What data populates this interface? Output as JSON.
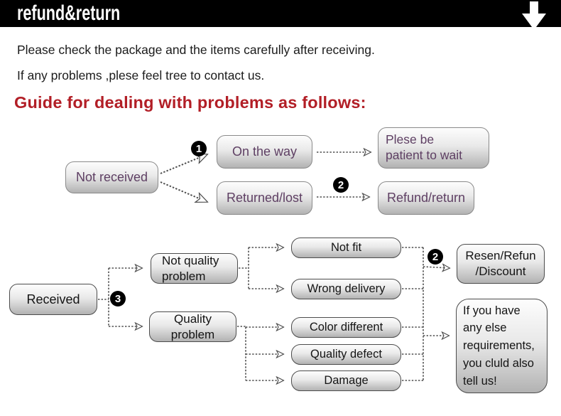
{
  "banner": {
    "title": "refund&return",
    "bg_color": "#000000",
    "arrow_icon": "down-arrow",
    "arrow_color": "#ffffff"
  },
  "intro": {
    "line1": "Please check the package and the items carefully after receiving.",
    "line2": "If any problems ,plese feel tree to contact us."
  },
  "heading": {
    "text": "Guide for dealing with problems as follows:",
    "color": "#b21e26"
  },
  "flow1": {
    "text_color": "#5e3f63",
    "nodes": {
      "not_received": "Not received",
      "on_the_way": "On the way",
      "patient": "Plese be\npatient to wait",
      "returned_lost": "Returned/lost",
      "refund_return": "Refund/return"
    },
    "badges": {
      "step1": "1",
      "step2": "2"
    }
  },
  "flow2": {
    "text_color": "#141414",
    "nodes": {
      "received": "Received",
      "not_quality_problem": "Not quality\nproblem",
      "quality_problem": "Quality\nproblem",
      "not_fit": "Not fit",
      "wrong_delivery": "Wrong delivery",
      "color_different": "Color different",
      "quality_defect": "Quality defect",
      "damage": "Damage",
      "resen_refun_discount": "Resen/Refun\n/Discount",
      "note": "If you have\nany else\nrequirements,\nyou cluld also\ntell us!"
    },
    "badges": {
      "step3": "3",
      "step2": "2"
    }
  },
  "colors": {
    "box_fill_top": "#fdfdfd",
    "box_fill_bottom": "#b2b2b2",
    "connector": "#4f4f4f"
  }
}
